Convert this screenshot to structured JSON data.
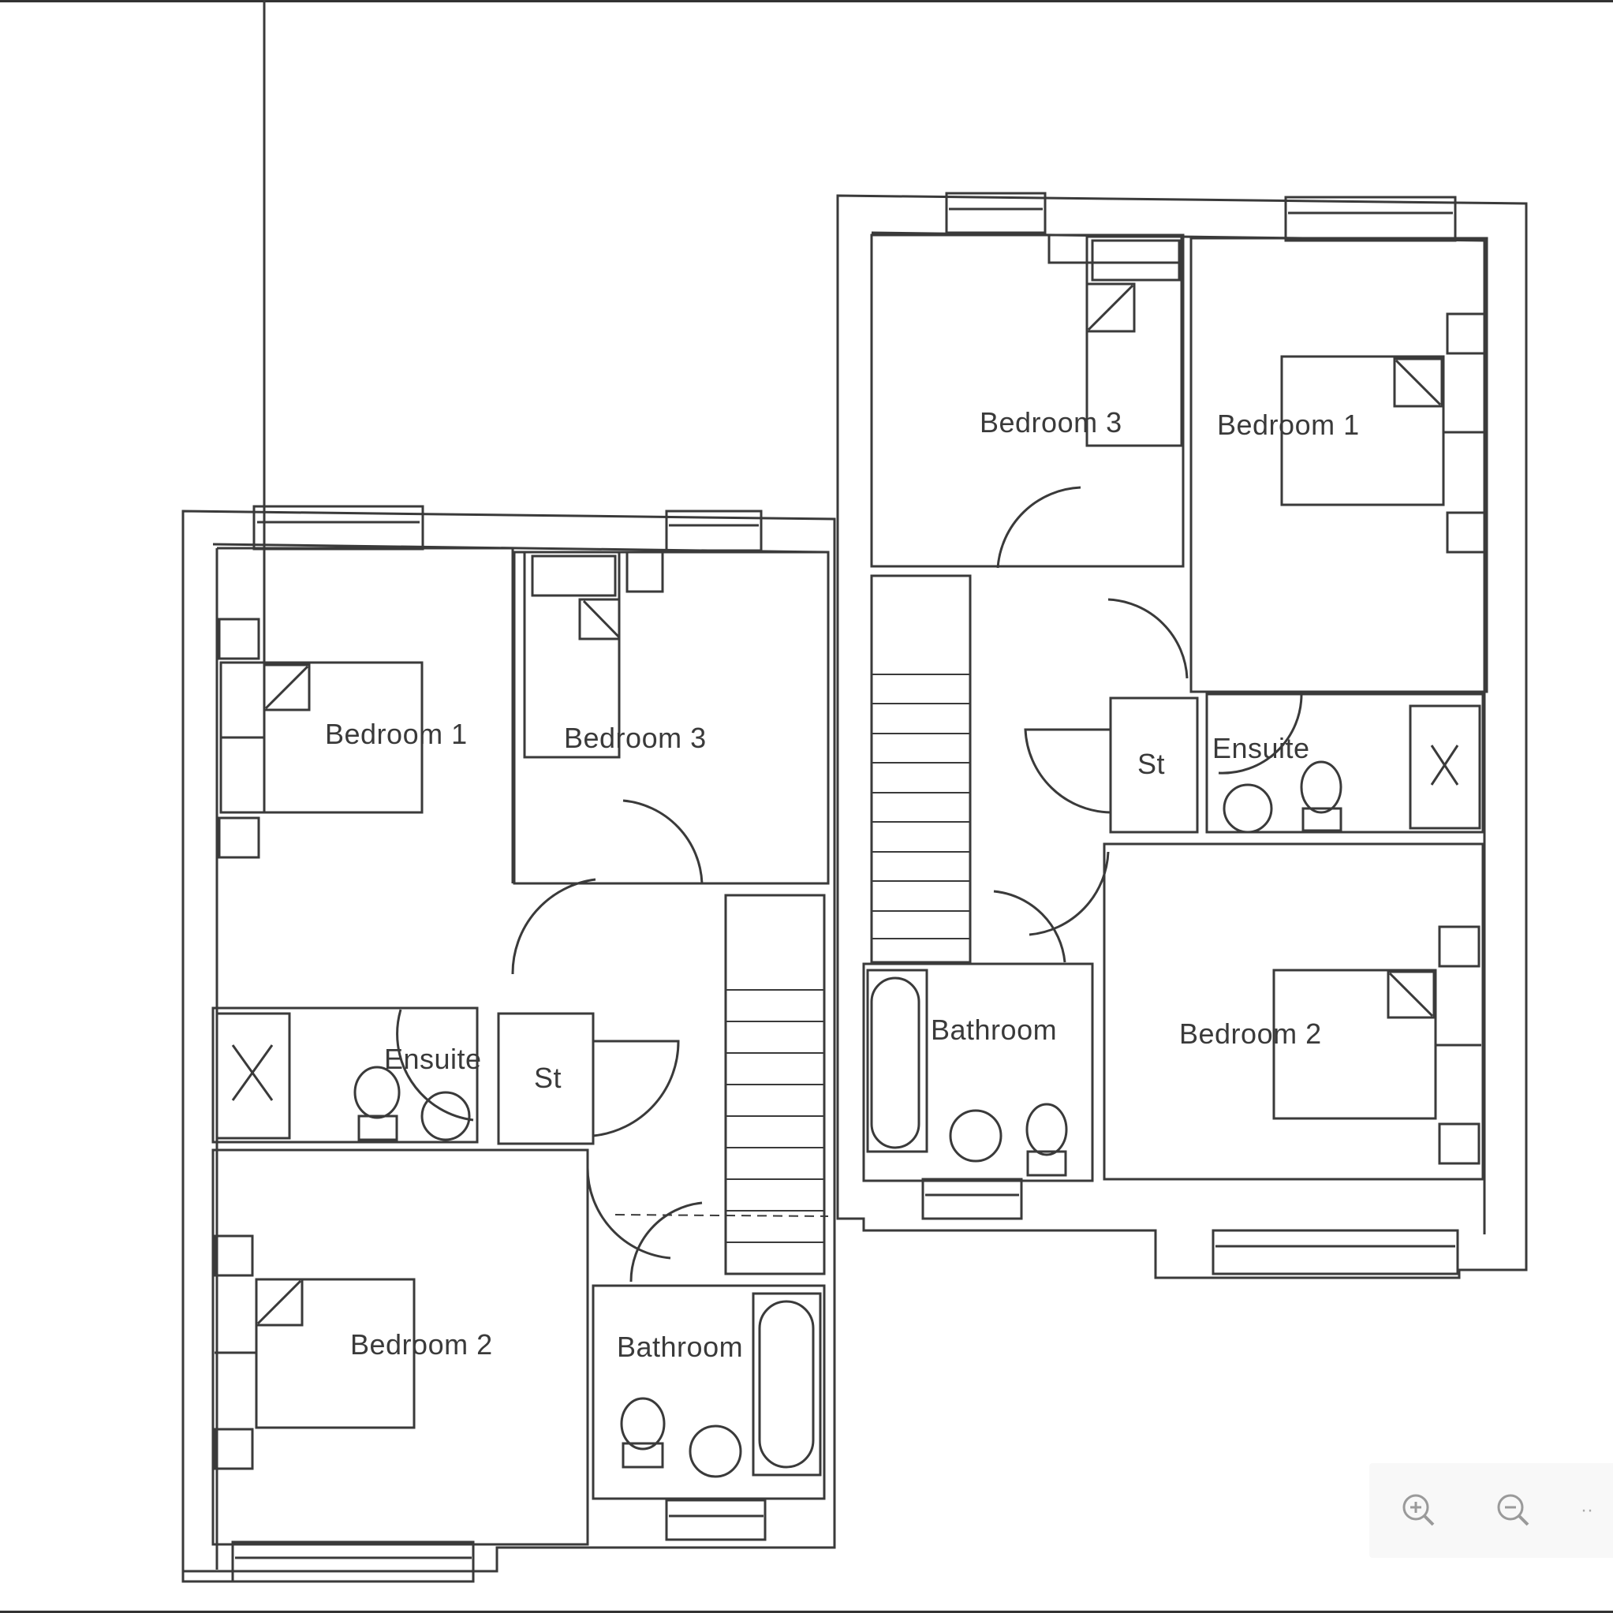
{
  "viewer": {
    "controls": {
      "zoom_in_icon": "zoom-in-icon",
      "zoom_out_icon": "zoom-out-icon",
      "more_label": "··"
    }
  },
  "floorplan": {
    "left_unit": {
      "rooms": {
        "bedroom1": "Bedroom 1",
        "bedroom3": "Bedroom 3",
        "ensuite": "Ensuite",
        "store": "St",
        "bedroom2": "Bedroom 2",
        "bathroom": "Bathroom"
      }
    },
    "right_unit": {
      "rooms": {
        "bedroom3": "Bedroom 3",
        "bedroom1": "Bedroom 1",
        "store": "St",
        "ensuite": "Ensuite",
        "bathroom": "Bathroom",
        "bedroom2": "Bedroom 2"
      }
    },
    "colors": {
      "line": "#3a3a3a",
      "background": "#ffffff"
    }
  }
}
